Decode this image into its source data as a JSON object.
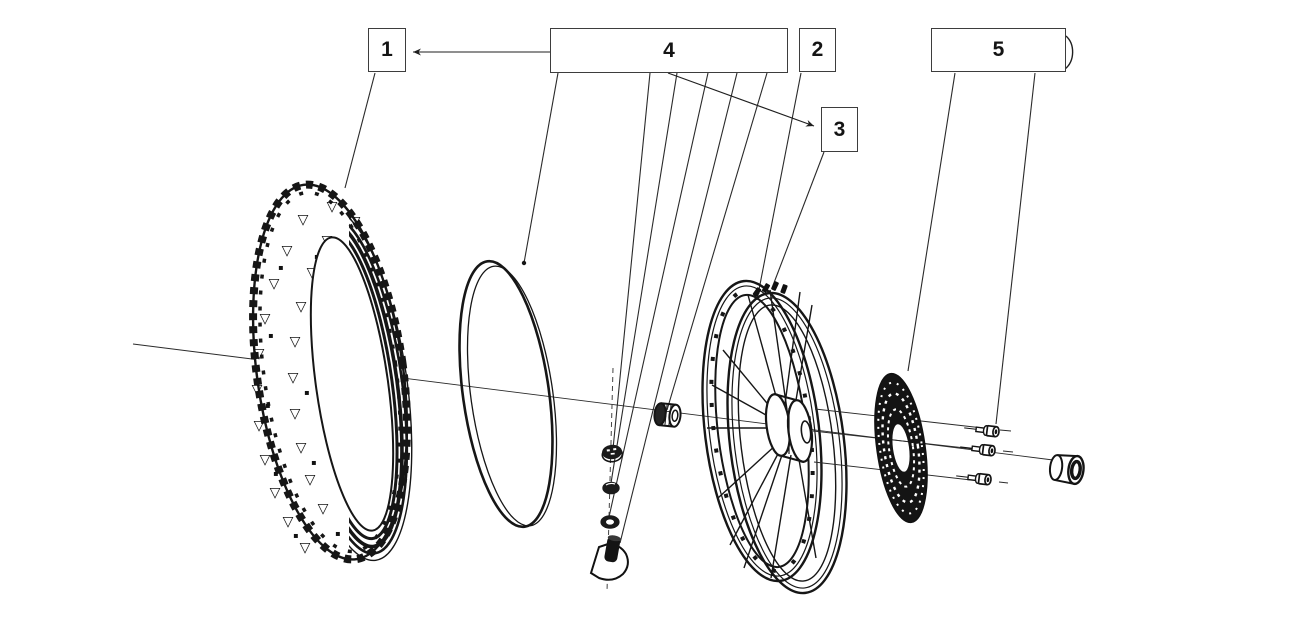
{
  "diagram": {
    "type": "exploded-parts-diagram",
    "background_color": "#ffffff",
    "line_color": "#1f1f1f",
    "callouts": [
      {
        "label": "1",
        "part": "knobby-tire"
      },
      {
        "label": "2",
        "part": "inner-tube"
      },
      {
        "label": "3",
        "part": "spoked-wheel-rim"
      },
      {
        "label": "4",
        "part": "valve-stem-washers-nut-and-spacer"
      },
      {
        "label": "5",
        "part": "brake-disc-and-mounting-bolts"
      }
    ],
    "parts": [
      "knobby-tire",
      "rim-band-ring",
      "valve-axis",
      "valve-stem",
      "flanged-nut",
      "dome-washer",
      "washer",
      "hub-spacer",
      "spoked-wheel",
      "wheel-hub",
      "brake-disc",
      "disc-bolt-1",
      "disc-bolt-2",
      "disc-bolt-3",
      "axle-spacer",
      "axle-centerline"
    ]
  }
}
